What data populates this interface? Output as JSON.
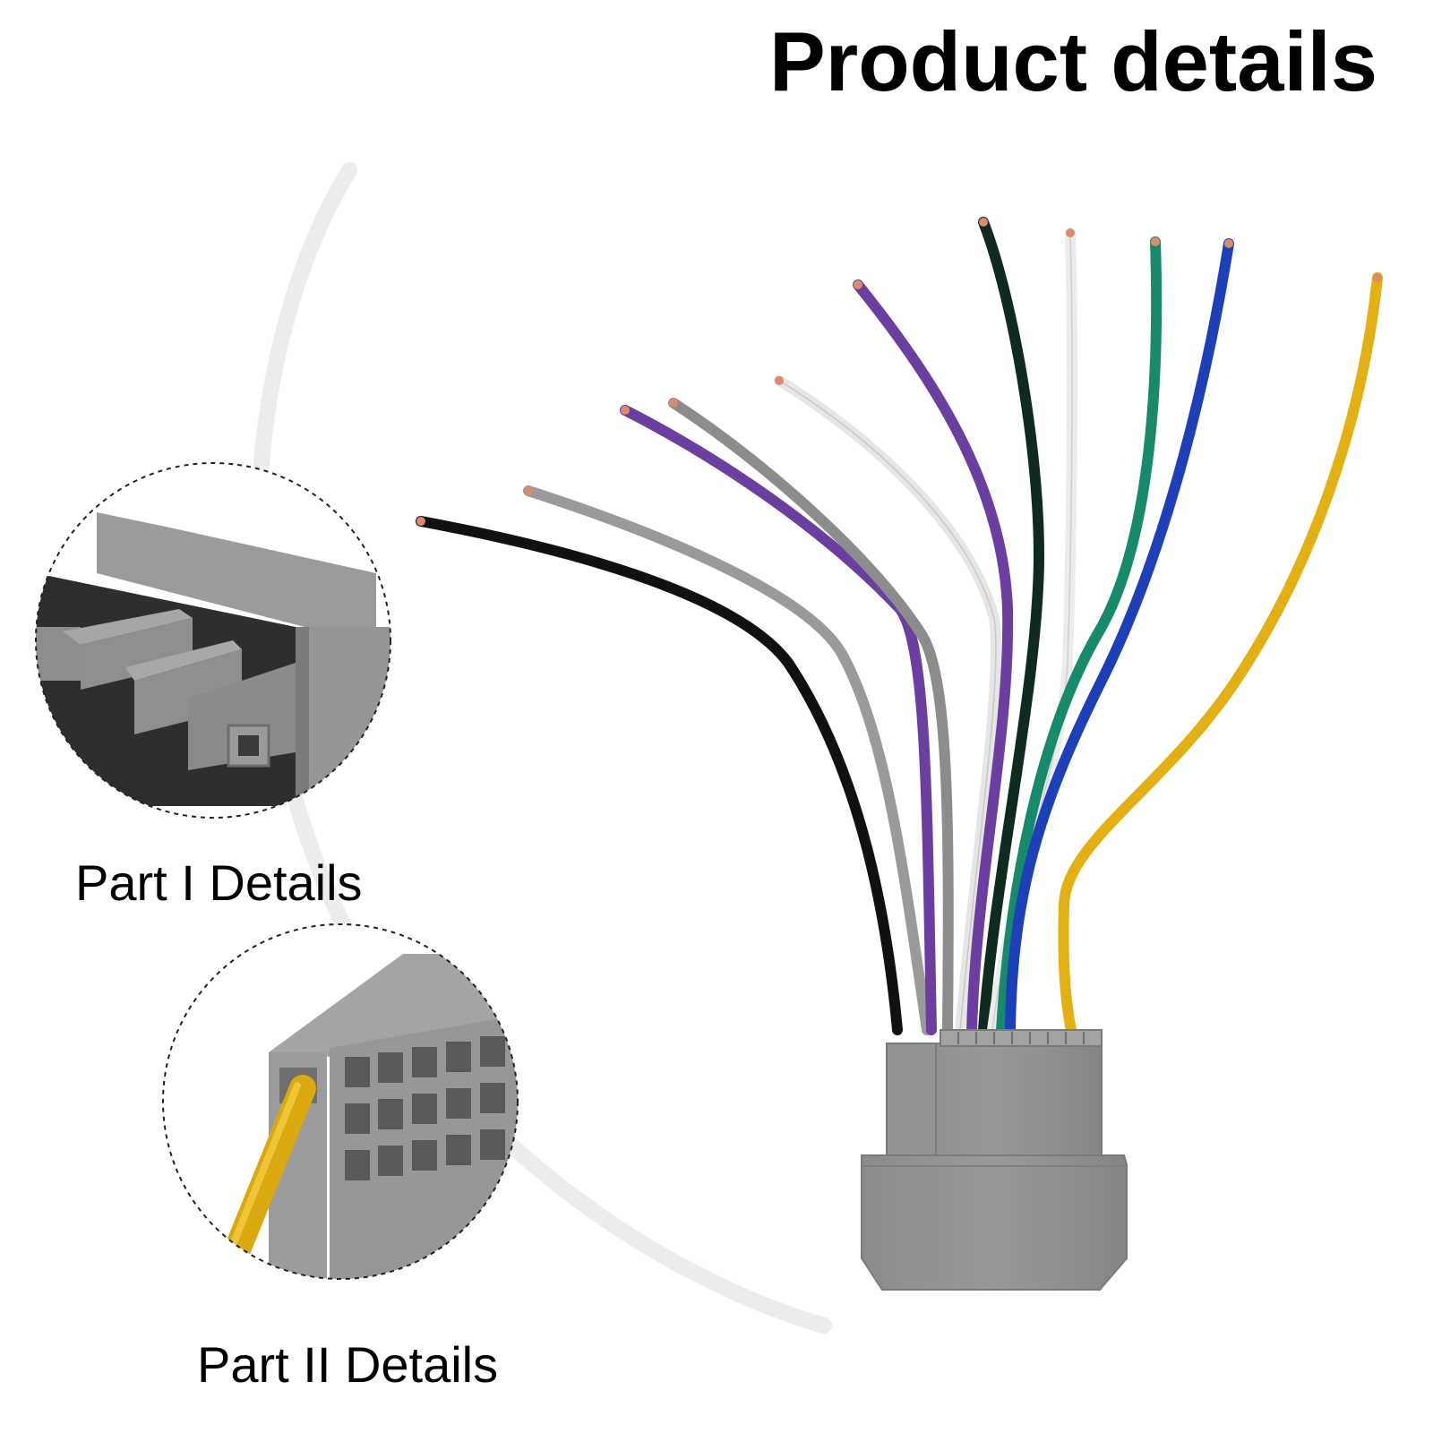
{
  "page": {
    "title": "Product details"
  },
  "details": [
    {
      "caption": "Part I Details"
    },
    {
      "caption": "Part II Details"
    }
  ],
  "product": {
    "wire_colors": {
      "black": "#111111",
      "gray": "#8e8e8e",
      "purple": "#6a3fa0",
      "white": "#e9e9e9",
      "black_green": "#0f2a1e",
      "teal_green": "#168a6a",
      "blue": "#1d3fb8",
      "yellow": "#e2b012"
    },
    "connector_color": "#8f8f8f"
  }
}
